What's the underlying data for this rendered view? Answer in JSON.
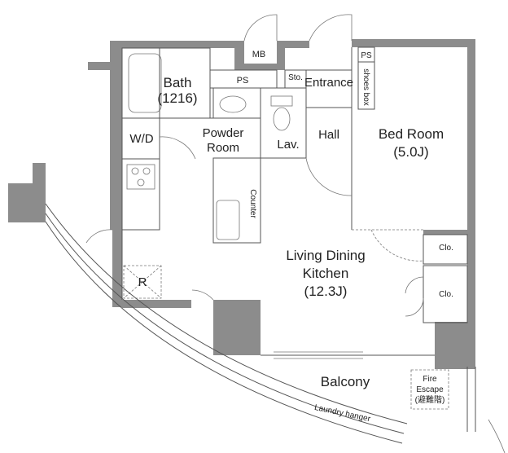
{
  "rooms": {
    "mb": "MB",
    "ps_top": "PS",
    "ps_right": "PS",
    "sto": "Sto.",
    "entrance": "Entrance",
    "shoes_box": "shoes box",
    "bath": "Bath",
    "bath_size": "(1216)",
    "wd": "W/D",
    "powder_room_1": "Powder",
    "powder_room_2": "Room",
    "lav": "Lav.",
    "hall": "Hall",
    "bed_room": "Bed Room",
    "bed_room_size": "(5.0J)",
    "counter": "Counter",
    "ldk_1": "Living Dining",
    "ldk_2": "Kitchen",
    "ldk_size": "(12.3J)",
    "clo_1": "Clo.",
    "clo_2": "Clo.",
    "r": "R",
    "balcony": "Balcony",
    "fire_escape_1": "Fire",
    "fire_escape_2": "Escape",
    "fire_escape_3": "(避難階)",
    "laundry_hanger": "Laundry hanger"
  }
}
